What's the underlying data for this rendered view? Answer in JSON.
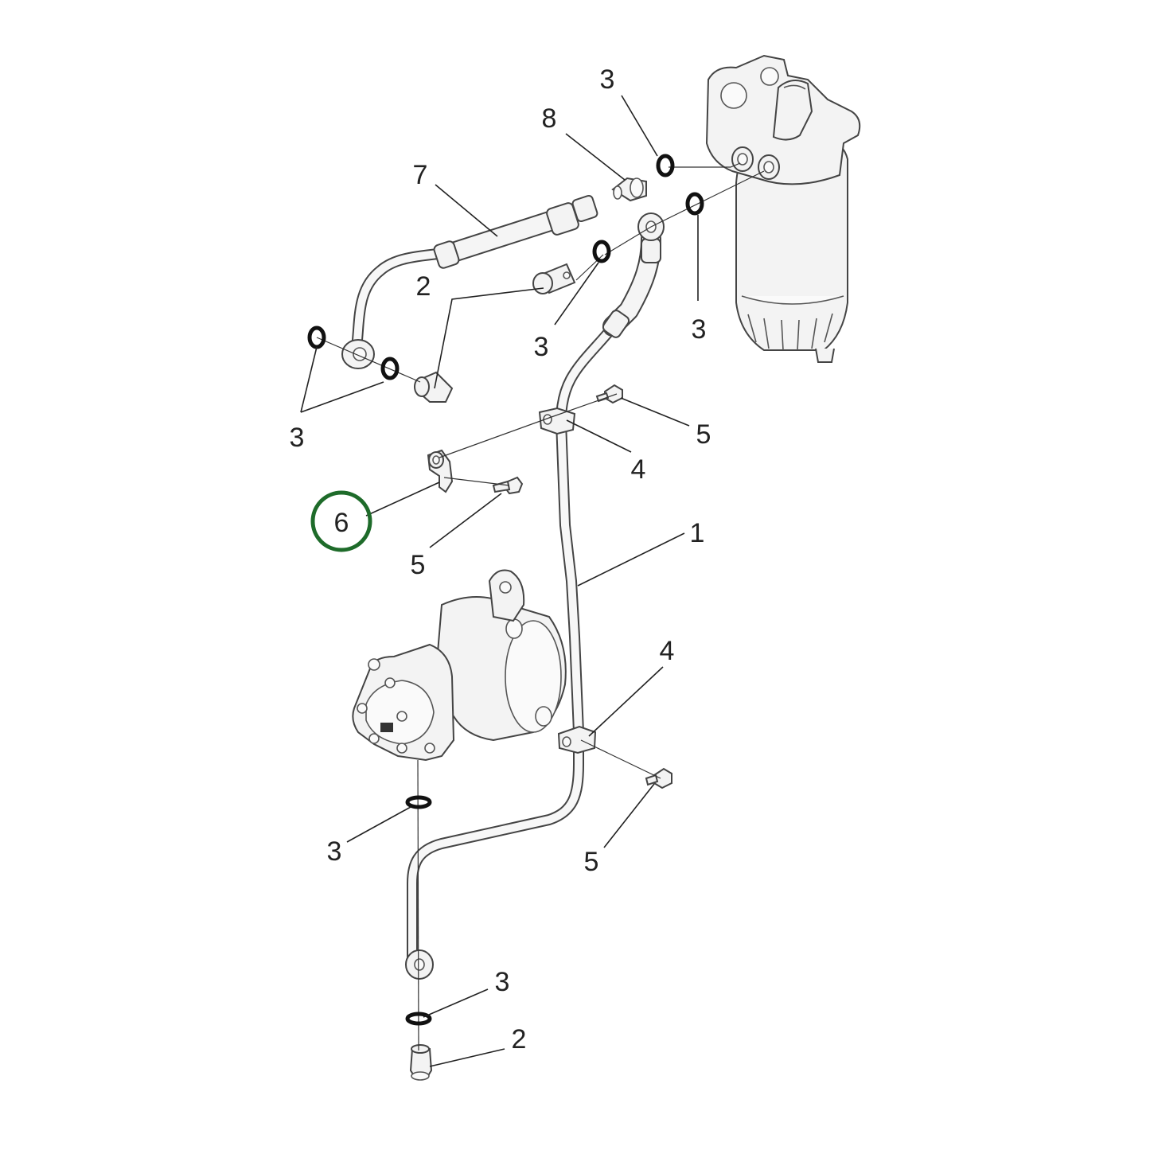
{
  "diagram": {
    "callouts": {
      "c1": "1",
      "c2_top": "2",
      "c2_bottom": "2",
      "c3_upper_right": "3",
      "c3_mid_center": "3",
      "c3_filter_right": "3",
      "c3_left": "3",
      "c3_pump": "3",
      "c3_bottom": "3",
      "c4_upper": "4",
      "c4_lower": "4",
      "c5_upper": "5",
      "c5_middle": "5",
      "c5_lower": "5",
      "c6": "6",
      "c7": "7",
      "c8": "8"
    },
    "highlight": {
      "callout": "6",
      "color": "#1e6b2a"
    },
    "colors": {
      "line": "#222222",
      "part_fill": "#f3f3f3",
      "background": "#ffffff"
    }
  }
}
